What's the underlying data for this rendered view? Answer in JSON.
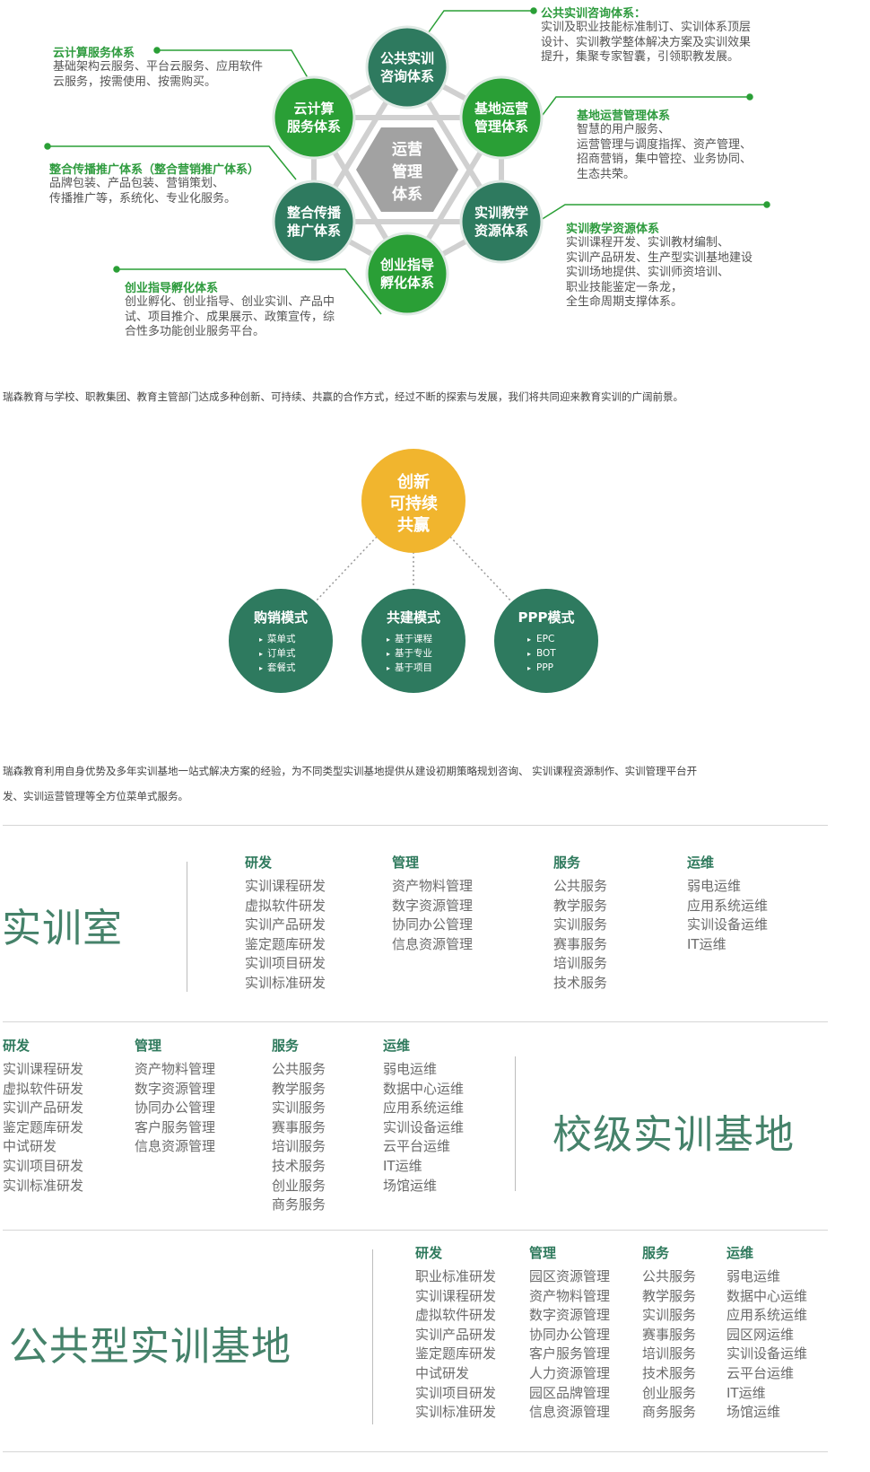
{
  "colors": {
    "dark_green": "#2e7a5f",
    "bright_green": "#2a9f36",
    "center_gray": "#a2a2a2",
    "yellow": "#f1b52e",
    "line_gray": "#cfcfcf"
  },
  "system": {
    "center": [
      "运营",
      "管理",
      "体系"
    ],
    "nodes": [
      {
        "id": "consult",
        "lines": [
          "公共实训",
          "咨询体系"
        ]
      },
      {
        "id": "base",
        "lines": [
          "基地运营",
          "管理体系"
        ]
      },
      {
        "id": "teach",
        "lines": [
          "实训教学",
          "资源体系"
        ]
      },
      {
        "id": "incubate",
        "lines": [
          "创业指导",
          "孵化体系"
        ]
      },
      {
        "id": "promo",
        "lines": [
          "整合传播",
          "推广体系"
        ]
      },
      {
        "id": "cloud",
        "lines": [
          "云计算",
          "服务体系"
        ]
      }
    ],
    "descriptions": [
      {
        "id": "consult",
        "title": "公共实训咨询体系：",
        "lines": [
          "实训及职业技能标准制订、实训体系顶层",
          "设计、实训教学整体解决方案及实训效果",
          "提升，集聚专家智囊，引领职教发展。"
        ]
      },
      {
        "id": "cloud",
        "title": "云计算服务体系",
        "lines": [
          "基础架构云服务、平台云服务、应用软件",
          "云服务，按需使用、按需购买。"
        ]
      },
      {
        "id": "base",
        "title": "基地运营管理体系",
        "lines": [
          "智慧的用户服务、",
          "运营管理与调度指挥、资产管理、",
          "招商营销，集中管控、业务协同、",
          "生态共荣。"
        ]
      },
      {
        "id": "promo",
        "title": "整合传播推广体系（整合营销推广体系）",
        "lines": [
          "品牌包装、产品包装、营销策划、",
          "传播推广等，系统化、专业化服务。"
        ]
      },
      {
        "id": "teach",
        "title": "实训教学资源体系",
        "lines": [
          "实训课程开发、实训教材编制、",
          "实训产品研发、生产型实训基地建设",
          "实训场地提供、实训师资培训、",
          "职业技能鉴定一条龙，",
          "全生命周期支撑体系。"
        ]
      },
      {
        "id": "incubate",
        "title": "创业指导孵化体系",
        "lines": [
          "创业孵化、创业指导、创业实训、产品中",
          "试、项目推介、成果展示、政策宣传，综",
          "合性多功能创业服务平台。"
        ]
      }
    ]
  },
  "para1": "瑞森教育与学校、职教集团、教育主管部门达成多种创新、可持续、共赢的合作方式，经过不断的探索与发展，我们将共同迎来教育实训的广阔前景。",
  "coop": {
    "center": [
      "创新",
      "可持续",
      "共赢"
    ],
    "modes": [
      {
        "title": "购销模式",
        "items": [
          "菜单式",
          "订单式",
          "套餐式"
        ]
      },
      {
        "title": "共建模式",
        "items": [
          "基于课程",
          "基于专业",
          "基于项目"
        ]
      },
      {
        "title": "PPP模式",
        "items": [
          "EPC",
          "BOT",
          "PPP"
        ]
      }
    ]
  },
  "para2": {
    "line1": "瑞森教育利用自身优势及多年实训基地一站式解决方案的经验，为不同类型实训基地提供从建设初期策略规划咨询、 实训课程资源制作、实训管理平台开",
    "line2": "发、实训运营管理等全方位菜单式服务。"
  },
  "sections": [
    {
      "title": "实训室",
      "columns": [
        {
          "head": "研发",
          "items": [
            "实训课程研发",
            "虚拟软件研发",
            "实训产品研发",
            "鉴定题库研发",
            "实训项目研发",
            "实训标准研发"
          ]
        },
        {
          "head": "管理",
          "items": [
            "资产物料管理",
            "数字资源管理",
            "协同办公管理",
            "信息资源管理"
          ]
        },
        {
          "head": "服务",
          "items": [
            "公共服务",
            "教学服务",
            "实训服务",
            "赛事服务",
            "培训服务",
            "技术服务"
          ]
        },
        {
          "head": "运维",
          "items": [
            "弱电运维",
            "应用系统运维",
            "实训设备运维",
            "IT运维"
          ]
        }
      ]
    },
    {
      "title": "校级实训基地",
      "columns": [
        {
          "head": "研发",
          "items": [
            "实训课程研发",
            "虚拟软件研发",
            "实训产品研发",
            "鉴定题库研发",
            "中试研发",
            "实训项目研发",
            "实训标准研发"
          ]
        },
        {
          "head": "管理",
          "items": [
            "资产物料管理",
            "数字资源管理",
            "协同办公管理",
            "客户服务管理",
            "信息资源管理"
          ]
        },
        {
          "head": "服务",
          "items": [
            "公共服务",
            "教学服务",
            "实训服务",
            "赛事服务",
            "培训服务",
            "技术服务",
            "创业服务",
            "商务服务"
          ]
        },
        {
          "head": "运维",
          "items": [
            "弱电运维",
            "数据中心运维",
            "应用系统运维",
            "实训设备运维",
            "云平台运维",
            "IT运维",
            "场馆运维"
          ]
        }
      ]
    },
    {
      "title": "公共型实训基地",
      "columns": [
        {
          "head": "研发",
          "items": [
            "职业标准研发",
            "实训课程研发",
            "虚拟软件研发",
            "实训产品研发",
            "鉴定题库研发",
            "中试研发",
            "实训项目研发",
            "实训标准研发"
          ]
        },
        {
          "head": "管理",
          "items": [
            "园区资源管理",
            "资产物料管理",
            "数字资源管理",
            "协同办公管理",
            "客户服务管理",
            "人力资源管理",
            "园区品牌管理",
            "信息资源管理"
          ]
        },
        {
          "head": "服务",
          "items": [
            "公共服务",
            "教学服务",
            "实训服务",
            "赛事服务",
            "培训服务",
            "技术服务",
            "创业服务",
            "商务服务"
          ]
        },
        {
          "head": "运维",
          "items": [
            "弱电运维",
            "数据中心运维",
            "应用系统运维",
            "园区网运维",
            "实训设备运维",
            "云平台运维",
            "IT运维",
            "场馆运维"
          ]
        }
      ]
    }
  ]
}
